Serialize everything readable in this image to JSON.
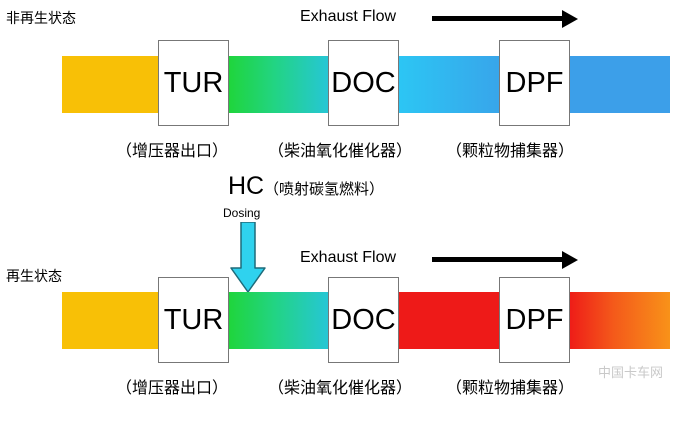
{
  "top": {
    "state_label": "非再生状态",
    "flow_label": "Exhaust  Flow",
    "boxes": [
      "TUR",
      "DOC",
      "DPF"
    ],
    "captions": {
      "tur": "（增压器出口）",
      "doc": "（柴油氧化催化器）",
      "dpf": "（颗粒物捕集器）"
    }
  },
  "injection": {
    "hc_label": "HC",
    "hc_note": "（喷射碳氢燃料）",
    "dosing_label": "Dosing"
  },
  "bottom": {
    "state_label": "再生状态",
    "flow_label": "Exhaust  Flow",
    "boxes": [
      "TUR",
      "DOC",
      "DPF"
    ],
    "captions": {
      "tur": "（增压器出口）",
      "doc": "（柴油氧化催化器）",
      "dpf": "（颗粒物捕集器）"
    }
  },
  "watermark": "中国卡车网",
  "colors": {
    "inlet": "#f8c006",
    "green": "#1fd53a",
    "cyan": "#28c3f1",
    "blue": "#3c9fe9",
    "red": "#ee1a18",
    "orange": "#f89219",
    "dosing_arrow": "#2fd2ee"
  }
}
